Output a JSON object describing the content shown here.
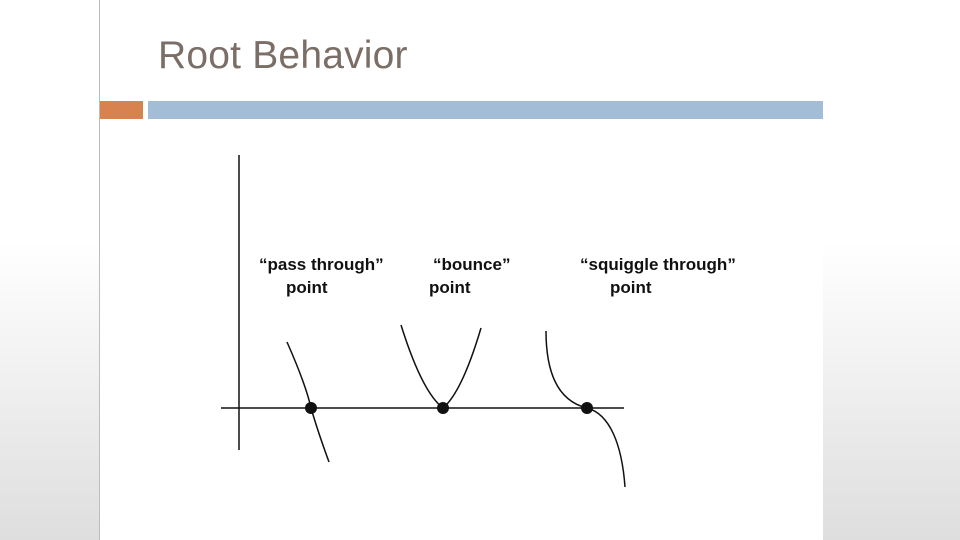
{
  "slide": {
    "title": "Root Behavior"
  },
  "diagram": {
    "labels": {
      "pass_through": {
        "line1": "“pass through”",
        "line2": "point"
      },
      "bounce": {
        "line1": "“bounce”",
        "line2": "point"
      },
      "squiggle_through": {
        "line1": "“squiggle through”",
        "line2": "point"
      }
    }
  },
  "colors": {
    "title": "#7a6e66",
    "accent_orange": "#d8824f",
    "accent_blue": "#a3bdd6",
    "ink": "#111111"
  }
}
